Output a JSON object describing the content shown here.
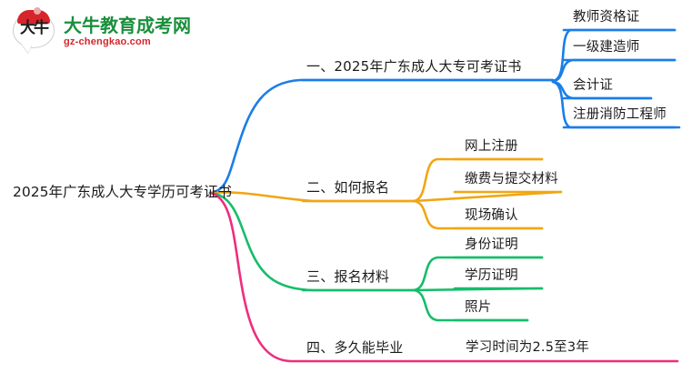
{
  "logo": {
    "mark_text": "大牛",
    "title": "大牛教育成考网",
    "subtitle": "gz-chengkao.com",
    "title_color": "#1a8f3c",
    "subtitle_color": "#d6252b",
    "cap_color": "#d6252b"
  },
  "mindmap": {
    "root": {
      "label": "2025年广东成人大专学历可考证书"
    },
    "branches": [
      {
        "label": "一、2025年广东成人大专可考证书",
        "color": "#1a7ee8",
        "children": [
          {
            "label": "教师资格证"
          },
          {
            "label": "一级建造师"
          },
          {
            "label": "会计证"
          },
          {
            "label": "注册消防工程师"
          }
        ]
      },
      {
        "label": "二、如何报名",
        "color": "#f0a614",
        "children": [
          {
            "label": "网上注册"
          },
          {
            "label": "缴费与提交材料"
          },
          {
            "label": "现场确认"
          }
        ]
      },
      {
        "label": "三、报名材料",
        "color": "#16bd6a",
        "children": [
          {
            "label": "身份证明"
          },
          {
            "label": "学历证明"
          },
          {
            "label": "照片"
          }
        ]
      },
      {
        "label": "四、多久能毕业",
        "color": "#ef2d7e",
        "children": [
          {
            "label": "学习时间为2.5至3年"
          }
        ]
      }
    ]
  }
}
